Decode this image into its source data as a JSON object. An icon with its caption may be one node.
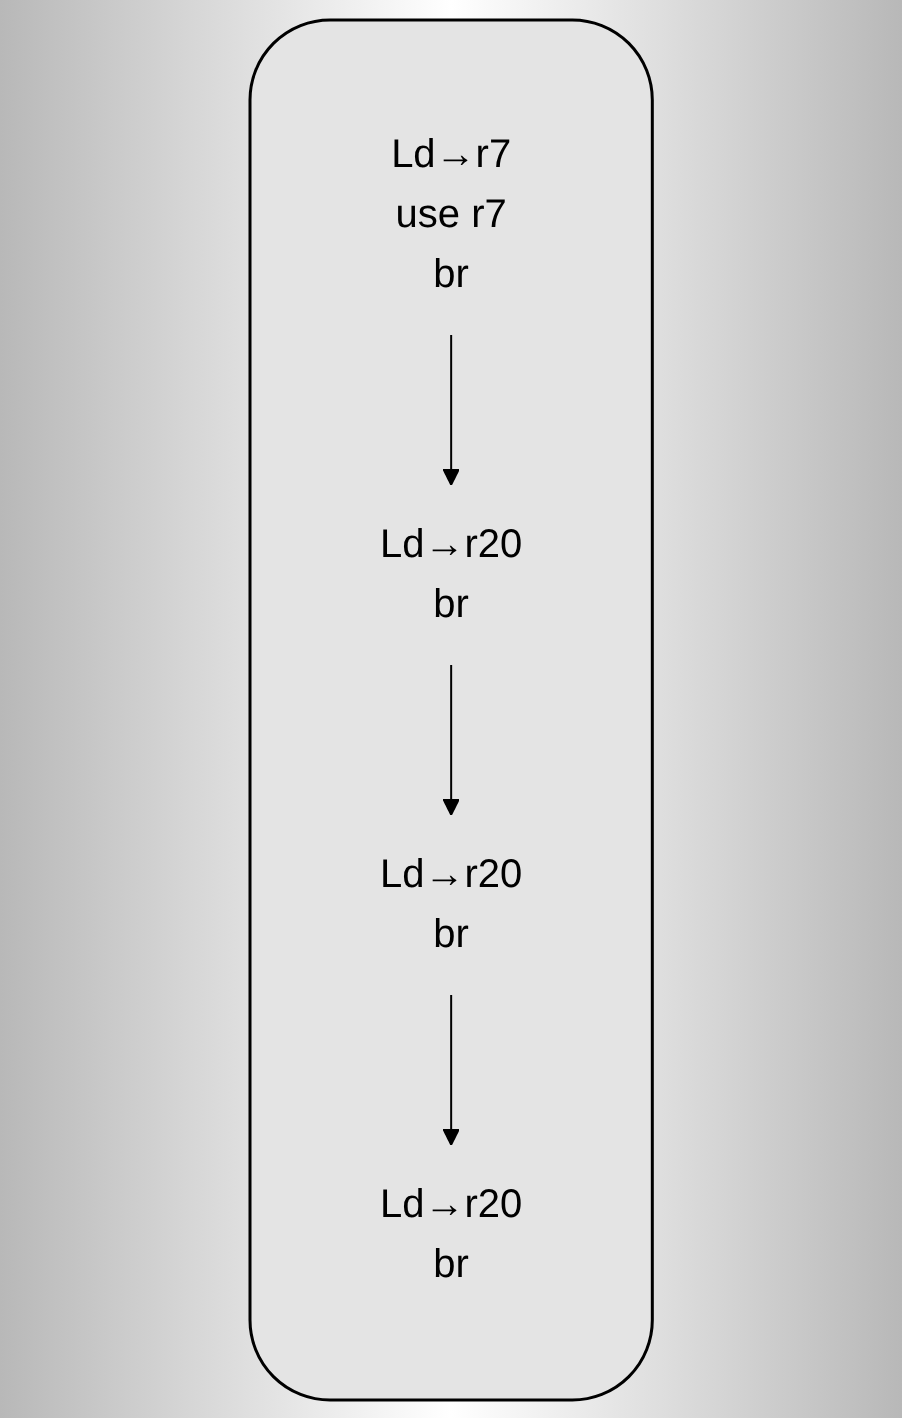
{
  "diagram": {
    "nodes": [
      {
        "text": [],
        "shape": "cloud"
      },
      {
        "text": [
          "Ld→r7",
          "use r7",
          "br"
        ],
        "in": 0
      },
      {
        "text": [
          "Ld→r20",
          "br"
        ],
        "in": 0
      },
      {
        "text": [
          "Ld→r20",
          "br"
        ],
        "in": 0
      },
      {
        "text": [
          "Ld→r20",
          "br"
        ],
        "in": 0
      }
    ],
    "edges": [
      {
        "from": 1,
        "to": 2,
        "arrow": "to"
      },
      {
        "from": 2,
        "to": 3,
        "arrow": "to"
      },
      {
        "from": 3,
        "to": 4,
        "arrow": "to"
      }
    ]
  }
}
